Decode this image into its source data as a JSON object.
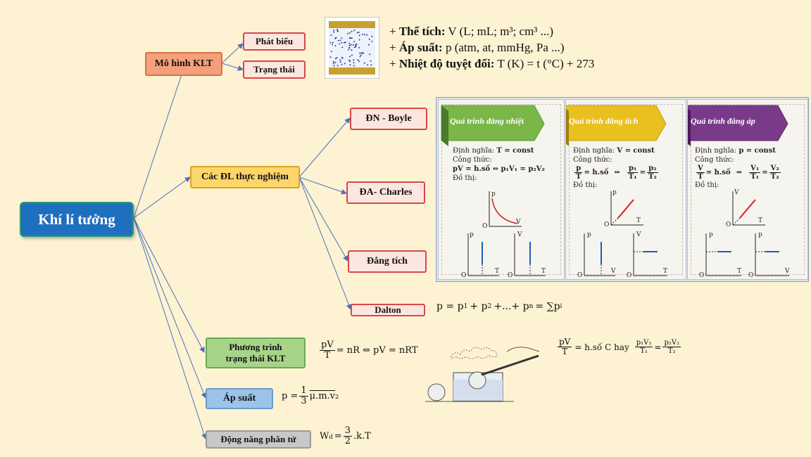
{
  "root": {
    "label": "Khí lí tưởng"
  },
  "branches": {
    "mo_hinh": {
      "label": "Mô hình KLT",
      "children": [
        "Phát biểu",
        "Trạng thái"
      ]
    },
    "thuc_nghiem": {
      "label": "Các ĐL thực nghiệm",
      "children": [
        "ĐN - Boyle",
        "ĐA- Charles",
        "Đẳng tích",
        "Dalton"
      ]
    },
    "phuong_trinh": {
      "label_line1": "Phương trình",
      "label_line2": "trạng thái KLT"
    },
    "ap_suat": {
      "label": "Áp suất"
    },
    "dong_nang": {
      "label": "Động năng phân tử"
    }
  },
  "properties": [
    {
      "prefix": "+ ",
      "bold": "Thể tích:",
      "rest": " V (L; mL; m³; cm³ ...)"
    },
    {
      "prefix": "+ ",
      "bold": "Áp suất:",
      "rest": " p (atm, at, mmHg, Pa ...)"
    },
    {
      "prefix": "+ ",
      "bold": "Nhiệt độ tuyệt đối:",
      "rest": " T (K) = t (°C) + 273"
    }
  ],
  "formulas": {
    "dalton": {
      "lhs": "p = p",
      "plus": "+ p",
      "dots": "+...+ p",
      "eq": "= ∑p"
    },
    "state": {
      "num": "pV",
      "den": "T",
      "rest": "= nR ⇔ pV = nRT"
    },
    "pressure": {
      "lhs": "p =",
      "num": "1",
      "den": "3",
      "rest": "μ.m.v"
    },
    "energy": {
      "lhs": "W",
      "eq": "=",
      "num": "3",
      "den": "2",
      "rest": ".k.T"
    },
    "state_general": {
      "num1": "pV",
      "den1": "T",
      "mid": "= h.số  C  hay",
      "num2": "p₁V₁",
      "den2": "T₁",
      "eq": "=",
      "num3": "p₂V₂",
      "den3": "T₂"
    }
  },
  "panels": [
    {
      "title": "Quá trình đẳng nhiệt",
      "def_label": "Định nghĩa: ",
      "def": "T = const",
      "formula_label": "Công thức:",
      "graph_label": "Đồ thị:",
      "color": "#7ab648"
    },
    {
      "title": "Quá trình đẳng tích",
      "def_label": "Định nghĩa: ",
      "def": "V = const",
      "formula_label": "Công thức:",
      "graph_label": "Đồ thị:",
      "color": "#e8c020"
    },
    {
      "title": "Quá trình đẳng áp",
      "def_label": "Định nghĩa: ",
      "def": "p = const",
      "formula_label": "Công thức:",
      "graph_label": "Đồ thị:",
      "color": "#7a3a8a"
    }
  ],
  "panel_formulas": {
    "isothermal": "pV = h.số ⇔ p₁V₁ = p₂V₂",
    "hso": "= h.số",
    "iso_frac": {
      "a": "p",
      "b": "T",
      "c": "p₁",
      "d": "T₁",
      "e": "p₂",
      "f": "T₂"
    },
    "isobar_frac": {
      "a": "V",
      "b": "T",
      "c": "V₁",
      "d": "T₁",
      "e": "V₂",
      "f": "T₂"
    }
  },
  "axis_labels": {
    "p": "p",
    "V": "V",
    "T": "T",
    "O": "O"
  },
  "colors": {
    "accent": "#1f6fbf",
    "connector": "#4a70c0",
    "curve": "#d42020",
    "line": "#1a5fc0"
  }
}
